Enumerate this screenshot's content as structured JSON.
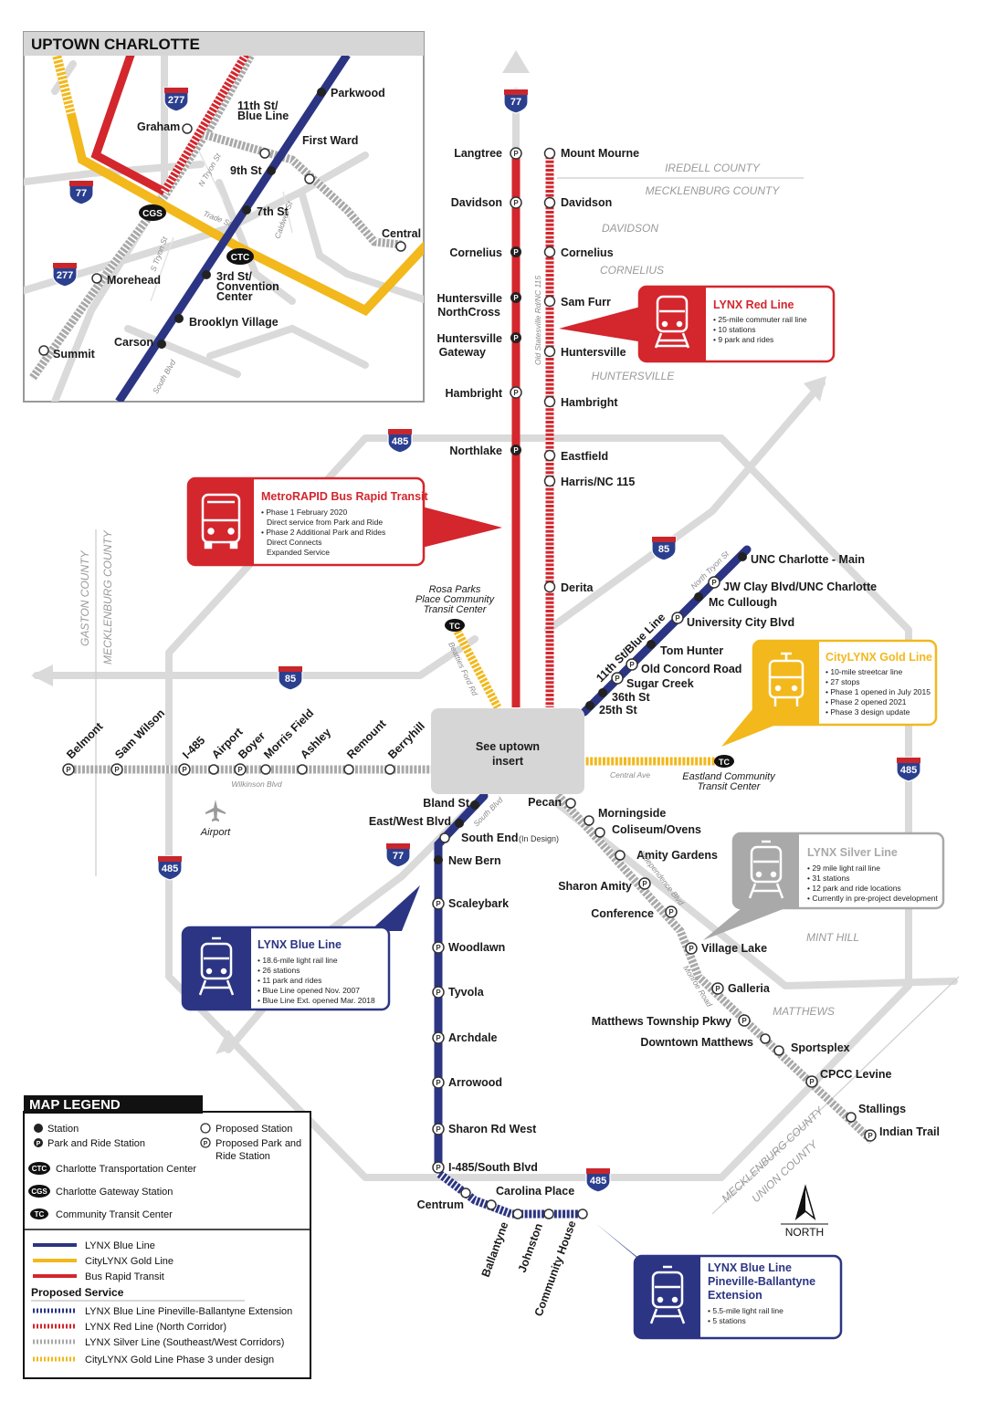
{
  "inset": {
    "title": "UPTOWN CHARLOTTE",
    "labels": {
      "parkwood": "Parkwood",
      "eleventh": "11th St/",
      "eleventh2": "Blue Line",
      "graham": "Graham",
      "firstward": "First Ward",
      "ninth": "9th St",
      "seventh": "7th St",
      "cgs": "CGS",
      "ctc": "CTC",
      "central": "Central",
      "morehead": "Morehead",
      "third1": "3rd St/",
      "third2": "Convention",
      "third3": "Center",
      "brooklyn": "Brooklyn Village",
      "carson": "Carson",
      "summit": "Summit"
    },
    "roads": {
      "ntryon": "N Tryon St",
      "trade": "Trade St",
      "stryon": "S Tryon St",
      "caldwell": "Caldwell St",
      "southblvd": "South Blvd"
    },
    "shields": [
      "277",
      "77",
      "277"
    ]
  },
  "red_line": {
    "west_stations": [
      "Langtree",
      "Davidson",
      "Cornelius",
      "Huntersville",
      "NorthCross",
      "Huntersville",
      "Gateway",
      "Hambright",
      "Northlake"
    ],
    "east_stations": [
      "Mount Mourne",
      "Davidson",
      "Cornelius",
      "Sam Furr",
      "Huntersville",
      "Hambright",
      "Eastfield",
      "Harris/NC 115",
      "Derita"
    ],
    "road_label": "Old Statesville Rd/NC 115"
  },
  "counties": {
    "iredell": "IREDELL COUNTY",
    "mecklenburg": "MECKLENBURG COUNTY",
    "davidson": "DAVIDSON",
    "cornelius": "CORNELIUS",
    "huntersville": "HUNTERSVILLE",
    "gaston": "GASTON COUNTY",
    "mecklenburg_w": "MECKLENBURG COUNTY",
    "minthill": "MINT HILL",
    "matthews": "MATTHEWS",
    "mecklenburg_se": "MECKLENBURG COUNTY",
    "union": "UNION COUNTY"
  },
  "shields": {
    "i77_top": "77",
    "i485_n": "485",
    "i85_ne": "85",
    "i85_w": "85",
    "i485_e": "485",
    "i485_w": "485",
    "i77_s": "77",
    "i485_s": "485"
  },
  "blue_line_ne": [
    "UNC Charlotte - Main",
    "JW Clay Blvd/UNC Charlotte",
    "Mc Cullough",
    "University City Blvd",
    "Tom Hunter",
    "Old Concord Road",
    "Sugar Creek",
    "36th St",
    "25th St",
    "11th St/Blue Line"
  ],
  "north_tryon": "North Tryon St",
  "gold": {
    "rosa1": "Rosa Parks",
    "rosa2": "Place Community",
    "rosa3": "Transit Center",
    "beatties": "Beatties Ford Rd",
    "central_ave": "Central Ave",
    "eastland1": "Eastland Community",
    "eastland2": "Transit Center",
    "tc": "TC"
  },
  "silver_west": [
    "Belmont",
    "Sam Wilson",
    "I-485",
    "Airport",
    "Boyer",
    "Morris Field",
    "Ashley",
    "Remount",
    "Berryhill"
  ],
  "wilkinson": "Wilkinson Blvd",
  "airport": "Airport",
  "uptown_box": {
    "line1": "See uptown",
    "line2": "insert"
  },
  "blue_line_south": [
    "Bland St",
    "East/West Blvd",
    "South End",
    "(In Design)",
    "New Bern",
    "Scaleybark",
    "Woodlawn",
    "Tyvola",
    "Archdale",
    "Arrowood",
    "Sharon Rd West",
    "I-485/South Blvd"
  ],
  "south_blvd": "South Blvd",
  "extension": [
    "Centrum",
    "Carolina Place",
    "Ballantyne",
    "Johnston",
    "Community House"
  ],
  "silver_se": [
    "Pecan",
    "Morningside",
    "Coliseum/Ovens",
    "Amity Gardens",
    "Sharon Amity",
    "Conference",
    "Village Lake",
    "Galleria",
    "Matthews Township Pkwy",
    "Downtown Matthews",
    "Sportsplex",
    "CPCC Levine",
    "Stallings",
    "Indian Trail"
  ],
  "se_roads": {
    "independence": "Independence Blvd",
    "monroe": "Monroe Road"
  },
  "callouts": {
    "red": {
      "title": "LYNX Red Line",
      "bullets": [
        "25-mile commuter rail line",
        "10 stations",
        "9 park and rides"
      ]
    },
    "brt": {
      "title": "MetroRAPID Bus Rapid Transit",
      "bullets": [
        "Phase 1 February 2020",
        "Direct service from Park and Ride",
        "Phase 2 Additional Park and Rides",
        "Direct Connects",
        "Expanded Service"
      ]
    },
    "gold": {
      "title": "CityLYNX Gold Line",
      "bullets": [
        "10-mile streetcar line",
        "27 stops",
        "Phase 1 opened in July 2015",
        "Phase 2 opened 2021",
        "Phase 3 design update"
      ]
    },
    "silver": {
      "title": "LYNX Silver Line",
      "bullets": [
        "29 mile light rail line",
        "31 stations",
        "12 park and ride locations",
        "Currently in pre-project development"
      ]
    },
    "blue": {
      "title": "LYNX Blue Line",
      "bullets": [
        "18.6-mile light rail line",
        "26 stations",
        "11 park and rides",
        "Blue Line opened Nov. 2007",
        "Blue Line Ext. opened Mar. 2018"
      ]
    },
    "ext": {
      "title1": "LYNX Blue Line",
      "title2": "Pineville-Ballantyne",
      "title3": "Extension",
      "bullets": [
        "5.5-mile light rail line",
        "5 stations"
      ]
    }
  },
  "legend": {
    "title": "MAP LEGEND",
    "station": "Station",
    "pr": "Park and Ride Station",
    "proposed": "Proposed Station",
    "proposed_pr1": "Proposed Park and",
    "proposed_pr2": "Ride Station",
    "ctc_sym": "CTC",
    "ctc": "Charlotte Transportation Center",
    "cgs_sym": "CGS",
    "cgs": "Charlotte Gateway Station",
    "tc_sym": "TC",
    "tc": "Community Transit Center",
    "blue": "LYNX Blue Line",
    "gold": "CityLYNX Gold Line",
    "brt": "Bus Rapid Transit",
    "proposed_service": "Proposed Service",
    "p_blue": "LYNX Blue Line Pineville-Ballantyne Extension",
    "p_red": "LYNX Red Line (North Corridor)",
    "p_silver": "LYNX Silver Line (Southeast/West Corridors)",
    "p_gold": "CityLYNX Gold Line Phase 3 under design",
    "p_letter": "P"
  },
  "north": "NORTH",
  "colors": {
    "blue": "#2c3583",
    "red": "#d3262d",
    "gold": "#f2b81c",
    "silver": "#a9a9a9",
    "road": "#dadada",
    "shield_blue": "#2b3f8f",
    "shield_red": "#c9262c"
  }
}
